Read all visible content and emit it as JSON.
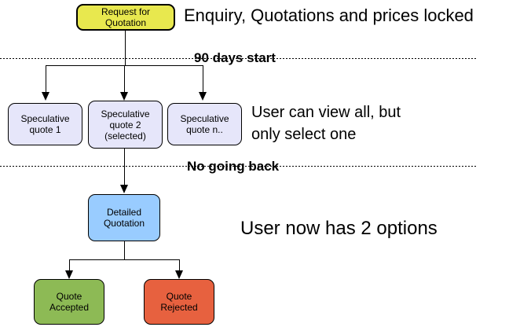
{
  "diagram": {
    "nodes": {
      "request": {
        "label": "Request for\nQuotation",
        "fill": "#e8e84e"
      },
      "spec1": {
        "label": "Speculative\nquote 1",
        "fill": "#e6e6fa"
      },
      "spec2": {
        "label": "Speculative\nquote 2\n(selected)",
        "fill": "#e6e6fa"
      },
      "spec3": {
        "label": "Speculative\nquote n..",
        "fill": "#e6e6fa"
      },
      "detailed": {
        "label": "Detailed\nQuotation",
        "fill": "#99ccff"
      },
      "accepted": {
        "label": "Quote\nAccepted",
        "fill": "#8dba55"
      },
      "rejected": {
        "label": "Quote\nRejected",
        "fill": "#e7613f"
      }
    },
    "annotations": {
      "enquiry": "Enquiry, Quotations and prices locked",
      "view_rule": "User can view all, but\nonly select one",
      "options": "User now has 2 options"
    },
    "phase_labels": {
      "start": "90 days start",
      "no_going_back": "No going back"
    },
    "colors": {
      "line": "#000000",
      "background": "#ffffff",
      "request_fill": "#e8e84e",
      "speculative_fill": "#e6e6fa",
      "detailed_fill": "#99ccff",
      "accepted_fill": "#8dba55",
      "rejected_fill": "#e7613f"
    }
  }
}
